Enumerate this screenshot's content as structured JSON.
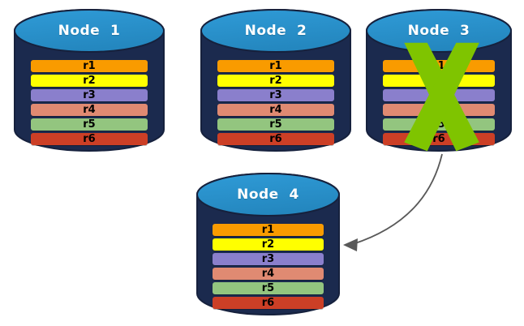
{
  "diagram": {
    "title_prefix": "Node",
    "row_label_prefix": "r",
    "colors": {
      "cylinder_top": "#2F9BD7",
      "cylinder_top_dark": "#2487BF",
      "cylinder_body": "#1B2A4E",
      "cylinder_body_edge": "#16213D",
      "title_text": "#FFFFFF",
      "row_text": "#000000",
      "x_mark_green": "#7FC400",
      "arrow_gray": "#595959",
      "background": "#FFFFFF"
    },
    "row_colors": [
      "#F99B00",
      "#FFFF00",
      "#8A7FCC",
      "#E08A72",
      "#93C57F",
      "#CC3F26"
    ],
    "nodes": [
      {
        "id": "node-1",
        "title": "Node  1",
        "failed": false,
        "rows": [
          {
            "label": "r1",
            "color": "#F99B00"
          },
          {
            "label": "r2",
            "color": "#FFFF00"
          },
          {
            "label": "r3",
            "color": "#8A7FCC"
          },
          {
            "label": "r4",
            "color": "#E08A72"
          },
          {
            "label": "r5",
            "color": "#93C57F"
          },
          {
            "label": "r6",
            "color": "#CC3F26"
          }
        ]
      },
      {
        "id": "node-2",
        "title": "Node  2",
        "failed": false,
        "rows": [
          {
            "label": "r1",
            "color": "#F99B00"
          },
          {
            "label": "r2",
            "color": "#FFFF00"
          },
          {
            "label": "r3",
            "color": "#8A7FCC"
          },
          {
            "label": "r4",
            "color": "#E08A72"
          },
          {
            "label": "r5",
            "color": "#93C57F"
          },
          {
            "label": "r6",
            "color": "#CC3F26"
          }
        ]
      },
      {
        "id": "node-3",
        "title": "Node  3",
        "failed": true,
        "rows": [
          {
            "label": "r1",
            "color": "#F99B00"
          },
          {
            "label": "r2",
            "color": "#FFFF00"
          },
          {
            "label": "r3",
            "color": "#8A7FCC"
          },
          {
            "label": "r4",
            "color": "#E08A72"
          },
          {
            "label": "r5",
            "color": "#93C57F"
          },
          {
            "label": "r6",
            "color": "#CC3F26"
          }
        ]
      },
      {
        "id": "node-4",
        "title": "Node  4",
        "failed": false,
        "rows": [
          {
            "label": "r1",
            "color": "#F99B00"
          },
          {
            "label": "r2",
            "color": "#FFFF00"
          },
          {
            "label": "r3",
            "color": "#8A7FCC"
          },
          {
            "label": "r4",
            "color": "#E08A72"
          },
          {
            "label": "r5",
            "color": "#93C57F"
          },
          {
            "label": "r6",
            "color": "#CC3F26"
          }
        ]
      }
    ],
    "annotations": {
      "failure_mark": "x-mark",
      "replication_arrow": "curved-arrow-node3-to-node4"
    }
  }
}
